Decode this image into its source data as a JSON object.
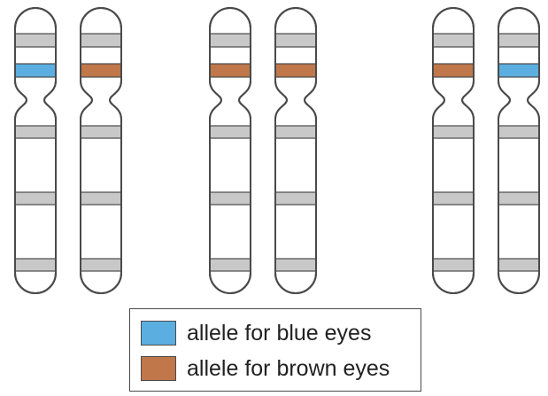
{
  "colors": {
    "blue_allele": "#5aaee0",
    "brown_allele": "#c0774a",
    "band_grey": "#c8c8c8",
    "outline": "#4a4a4a"
  },
  "chromosome_pairs": [
    {
      "left": "blue",
      "right": "brown"
    },
    {
      "left": "brown",
      "right": "brown"
    },
    {
      "left": "brown",
      "right": "blue"
    }
  ],
  "legend": {
    "items": [
      {
        "label": "allele for blue eyes",
        "color": "blue"
      },
      {
        "label": "allele for brown eyes",
        "color": "brown"
      }
    ]
  }
}
